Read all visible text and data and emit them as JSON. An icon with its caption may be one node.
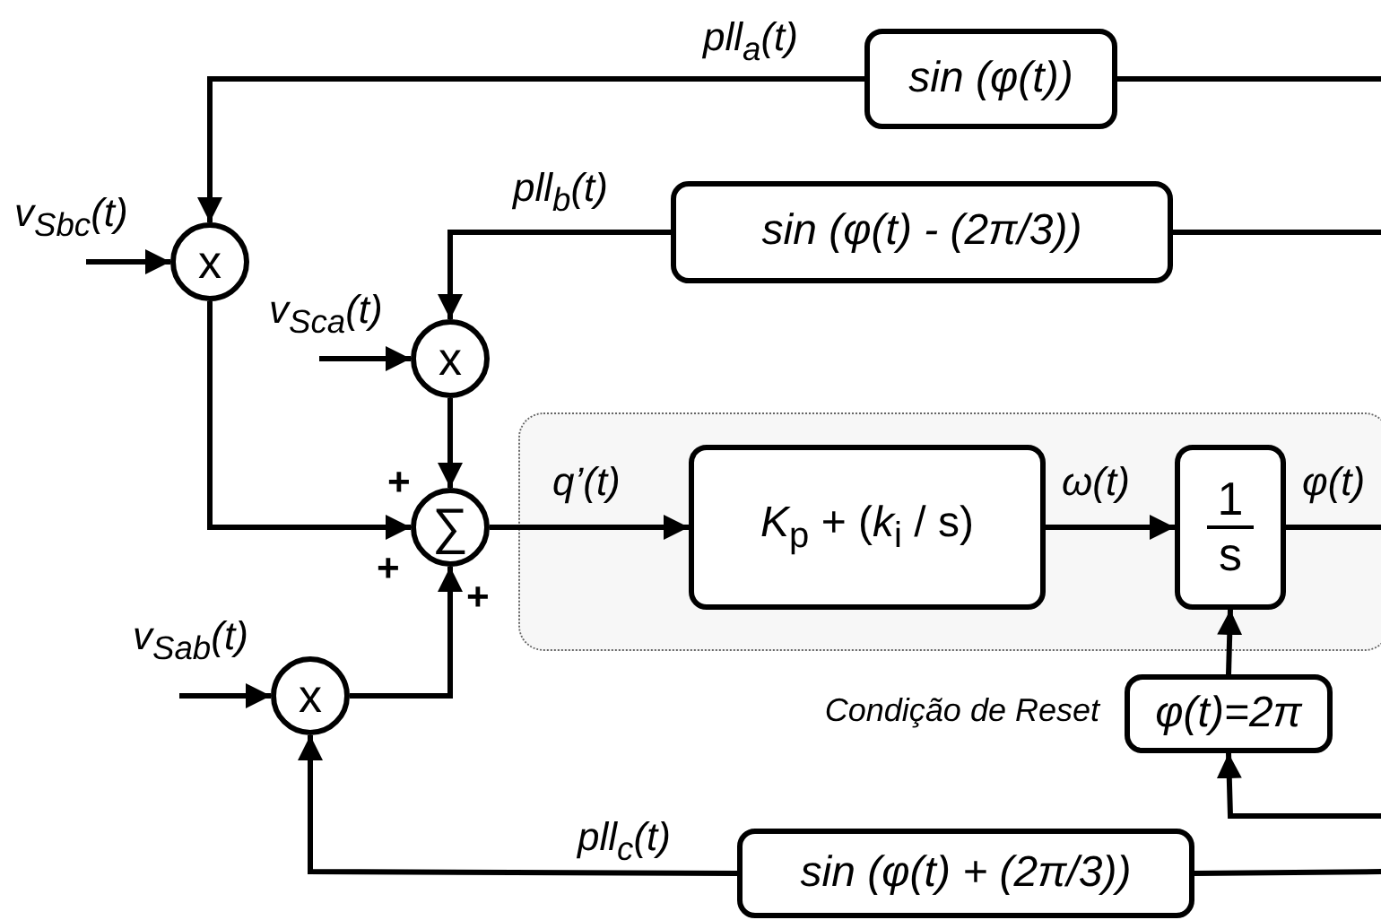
{
  "diagram": {
    "nodes": [
      {
        "text": [
          "sin (φ(t))"
        ]
      },
      {
        "text": [
          "sin (φ(t) - (2π/3))"
        ]
      },
      {
        "text": [
          "x"
        ]
      },
      {
        "text": [
          "x"
        ]
      },
      {
        "text": [
          "∑"
        ]
      },
      {
        "text": [],
        "shape": "box"
      },
      {
        "text": [
          "*K*$_{p}$ + (*k*$_{i}$ / s)"
        ],
        "in": 5
      },
      {
        "text": [
          "1",
          "s"
        ],
        "in": 5
      },
      {
        "text": [
          "x"
        ]
      },
      {
        "text": [
          "φ(t)=2π"
        ],
        "beside": [
          "Condição de Reset"
        ]
      },
      {
        "text": [
          "sin (φ(t) + (2π/3))"
        ]
      }
    ],
    "edges": [
      {
        "from": 0,
        "to": 2,
        "arrow": "to",
        "label": "pll$_{a}$(t)"
      },
      {
        "from": null,
        "to": 0,
        "arrow": "none"
      },
      {
        "from": 1,
        "to": 3,
        "arrow": "to",
        "label": "pll$_{b}$(t)"
      },
      {
        "from": null,
        "to": 1,
        "arrow": "none"
      },
      {
        "from": null,
        "to": 2,
        "arrow": "to",
        "label": "v$_{Sbc}$(t)"
      },
      {
        "from": null,
        "to": 3,
        "arrow": "to",
        "label": "v$_{Sca}$(t)"
      },
      {
        "from": 2,
        "to": 4,
        "arrow": "to"
      },
      {
        "from": 3,
        "to": 4,
        "arrow": "to"
      },
      {
        "from": 8,
        "to": 4,
        "arrow": "to"
      },
      {
        "from": null,
        "to": 8,
        "arrow": "to",
        "label": "v$_{Sab}$(t)"
      },
      {
        "from": 4,
        "to": 6,
        "arrow": "to",
        "label": "q’(t)"
      },
      {
        "from": 6,
        "to": 7,
        "arrow": "to",
        "label": "ω(t)"
      },
      {
        "from": 7,
        "to": null,
        "arrow": "none",
        "label": "φ(t)"
      },
      {
        "from": 9,
        "to": 7,
        "arrow": "to"
      },
      {
        "from": null,
        "to": 9,
        "arrow": "to"
      },
      {
        "from": 10,
        "to": 8,
        "arrow": "to",
        "label": "pll$_{c}$(t)"
      },
      {
        "from": null,
        "to": 10,
        "arrow": "none"
      }
    ],
    "labels": [
      "+",
      "+",
      "+"
    ]
  }
}
